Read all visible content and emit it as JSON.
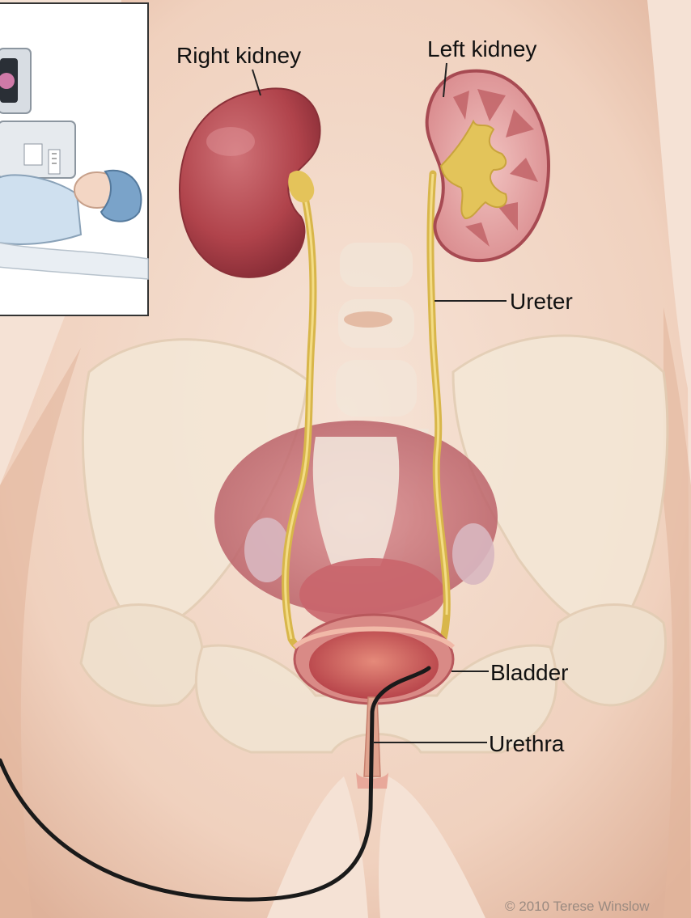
{
  "labels": {
    "right_kidney": "Right kidney",
    "left_kidney": "Left kidney",
    "ureter": "Ureter",
    "bladder": "Bladder",
    "urethra": "Urethra"
  },
  "credit": "© 2010 Terese Winslow",
  "colors": {
    "skin": "#f3d9c8",
    "skin_shadow": "#e8bfa8",
    "bone": "#efe6d6",
    "kidney": "#b8474f",
    "ureter": "#e3c75c",
    "bladder_wall": "#d98080",
    "bladder_inner": "#c9555a",
    "catheter": "#1a1a1a"
  },
  "inset": {
    "icons": [
      "monitor-icon",
      "ultrasound-machine-icon",
      "patient-icon"
    ]
  }
}
